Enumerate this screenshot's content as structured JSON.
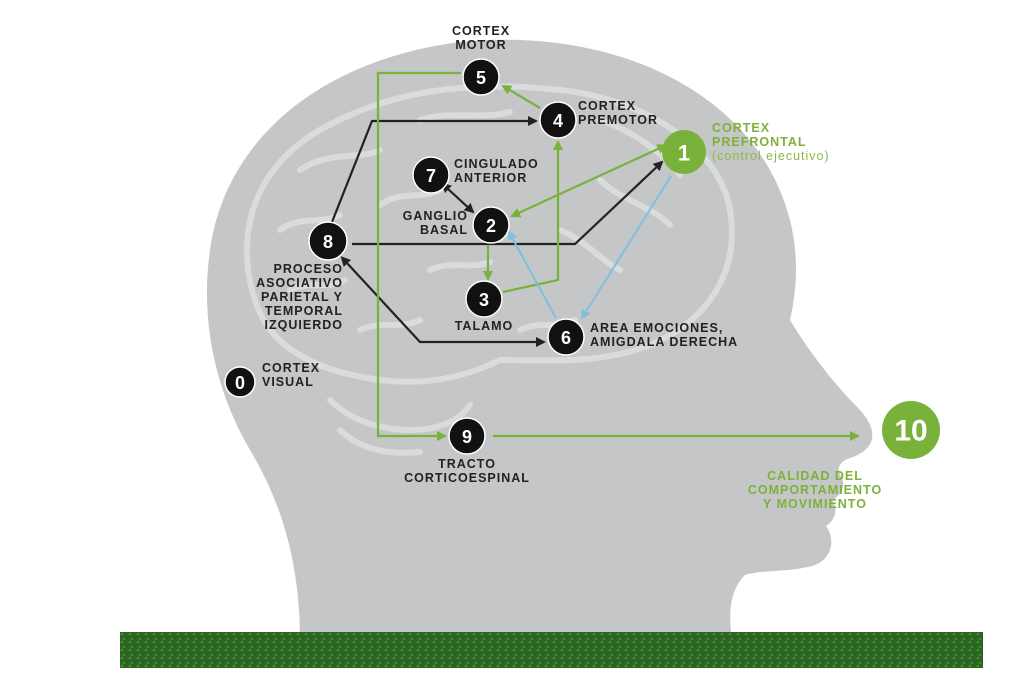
{
  "colors": {
    "node_fill": "#111111",
    "green": "#78b23a",
    "blue": "#7fc0dc",
    "black_arrow": "#222222",
    "head": "#bfc1c2",
    "grass": "#2f6b24"
  },
  "nodes": [
    {
      "id": "0",
      "num": "0",
      "label": [
        "CORTEX",
        "VISUAL"
      ]
    },
    {
      "id": "1",
      "num": "1",
      "label": [
        "CORTEX",
        "PREFRONTAL",
        "(control ejecutivo)"
      ]
    },
    {
      "id": "2",
      "num": "2",
      "label": [
        "GANGLIO",
        "BASAL"
      ]
    },
    {
      "id": "3",
      "num": "3",
      "label": [
        "TALAMO"
      ]
    },
    {
      "id": "4",
      "num": "4",
      "label": [
        "CORTEX",
        "PREMOTOR"
      ]
    },
    {
      "id": "5",
      "num": "5",
      "label": [
        "CORTEX",
        "MOTOR"
      ]
    },
    {
      "id": "6",
      "num": "6",
      "label": [
        "AREA EMOCIONES,",
        "AMIGDALA DERECHA"
      ]
    },
    {
      "id": "7",
      "num": "7",
      "label": [
        "CINGULADO",
        "ANTERIOR"
      ]
    },
    {
      "id": "8",
      "num": "8",
      "label": [
        "PROCESO",
        "ASOCIATIVO",
        "PARIETAL Y",
        "TEMPORAL",
        "IZQUIERDO"
      ]
    },
    {
      "id": "9",
      "num": "9",
      "label": [
        "TRACTO",
        "CORTICOESPINAL"
      ]
    },
    {
      "id": "10",
      "num": "10",
      "label": [
        "CALIDAD DEL",
        "COMPORTAMIENTO",
        "Y MOVIMIENTO"
      ]
    }
  ],
  "edges": [
    {
      "from": "8",
      "to": "4",
      "color": "black",
      "kind": "arrow"
    },
    {
      "from": "8",
      "to": "1",
      "color": "black",
      "kind": "arrow"
    },
    {
      "from": "8",
      "to": "6",
      "color": "black",
      "kind": "double"
    },
    {
      "from": "7",
      "to": "2",
      "color": "black",
      "kind": "double"
    },
    {
      "from": "4",
      "to": "5",
      "color": "green",
      "kind": "arrow"
    },
    {
      "from": "1",
      "to": "2",
      "color": "green",
      "kind": "double"
    },
    {
      "from": "2",
      "to": "3",
      "color": "green",
      "kind": "arrow"
    },
    {
      "from": "3",
      "to": "4",
      "color": "green",
      "kind": "arrow"
    },
    {
      "from": "5",
      "to": "9",
      "color": "green",
      "kind": "arrow"
    },
    {
      "from": "9",
      "to": "10",
      "color": "green",
      "kind": "arrow"
    },
    {
      "from": "1",
      "to": "6",
      "color": "blue",
      "kind": "arrow"
    },
    {
      "from": "6",
      "to": "2",
      "color": "blue",
      "kind": "arrow"
    }
  ]
}
